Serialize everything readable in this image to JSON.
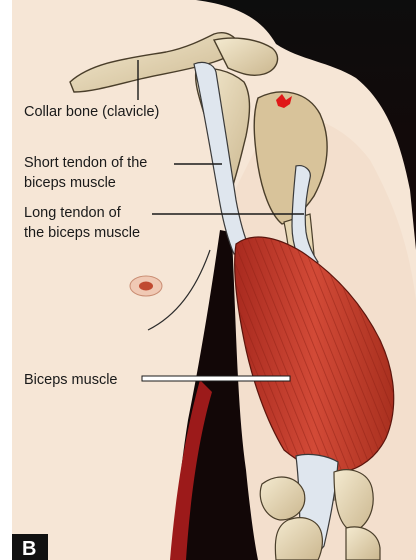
{
  "figure": {
    "panel_letter": "B",
    "labels": [
      {
        "id": "collar-bone",
        "text": "Collar bone (clavicle)"
      },
      {
        "id": "short-tendon",
        "lines": [
          "Short tendon of the",
          "biceps muscle"
        ]
      },
      {
        "id": "long-tendon",
        "lines": [
          "Long tendon of",
          "the biceps muscle"
        ]
      },
      {
        "id": "biceps-muscle",
        "text": "Biceps muscle"
      }
    ]
  },
  "colors": {
    "skin": "#f6e6d6",
    "bone": "#efe3c3",
    "tendon": "#dfe6ee",
    "muscle": "#c8402f",
    "background_dark": "#0e0e0e",
    "background_red": "#7a1010"
  }
}
